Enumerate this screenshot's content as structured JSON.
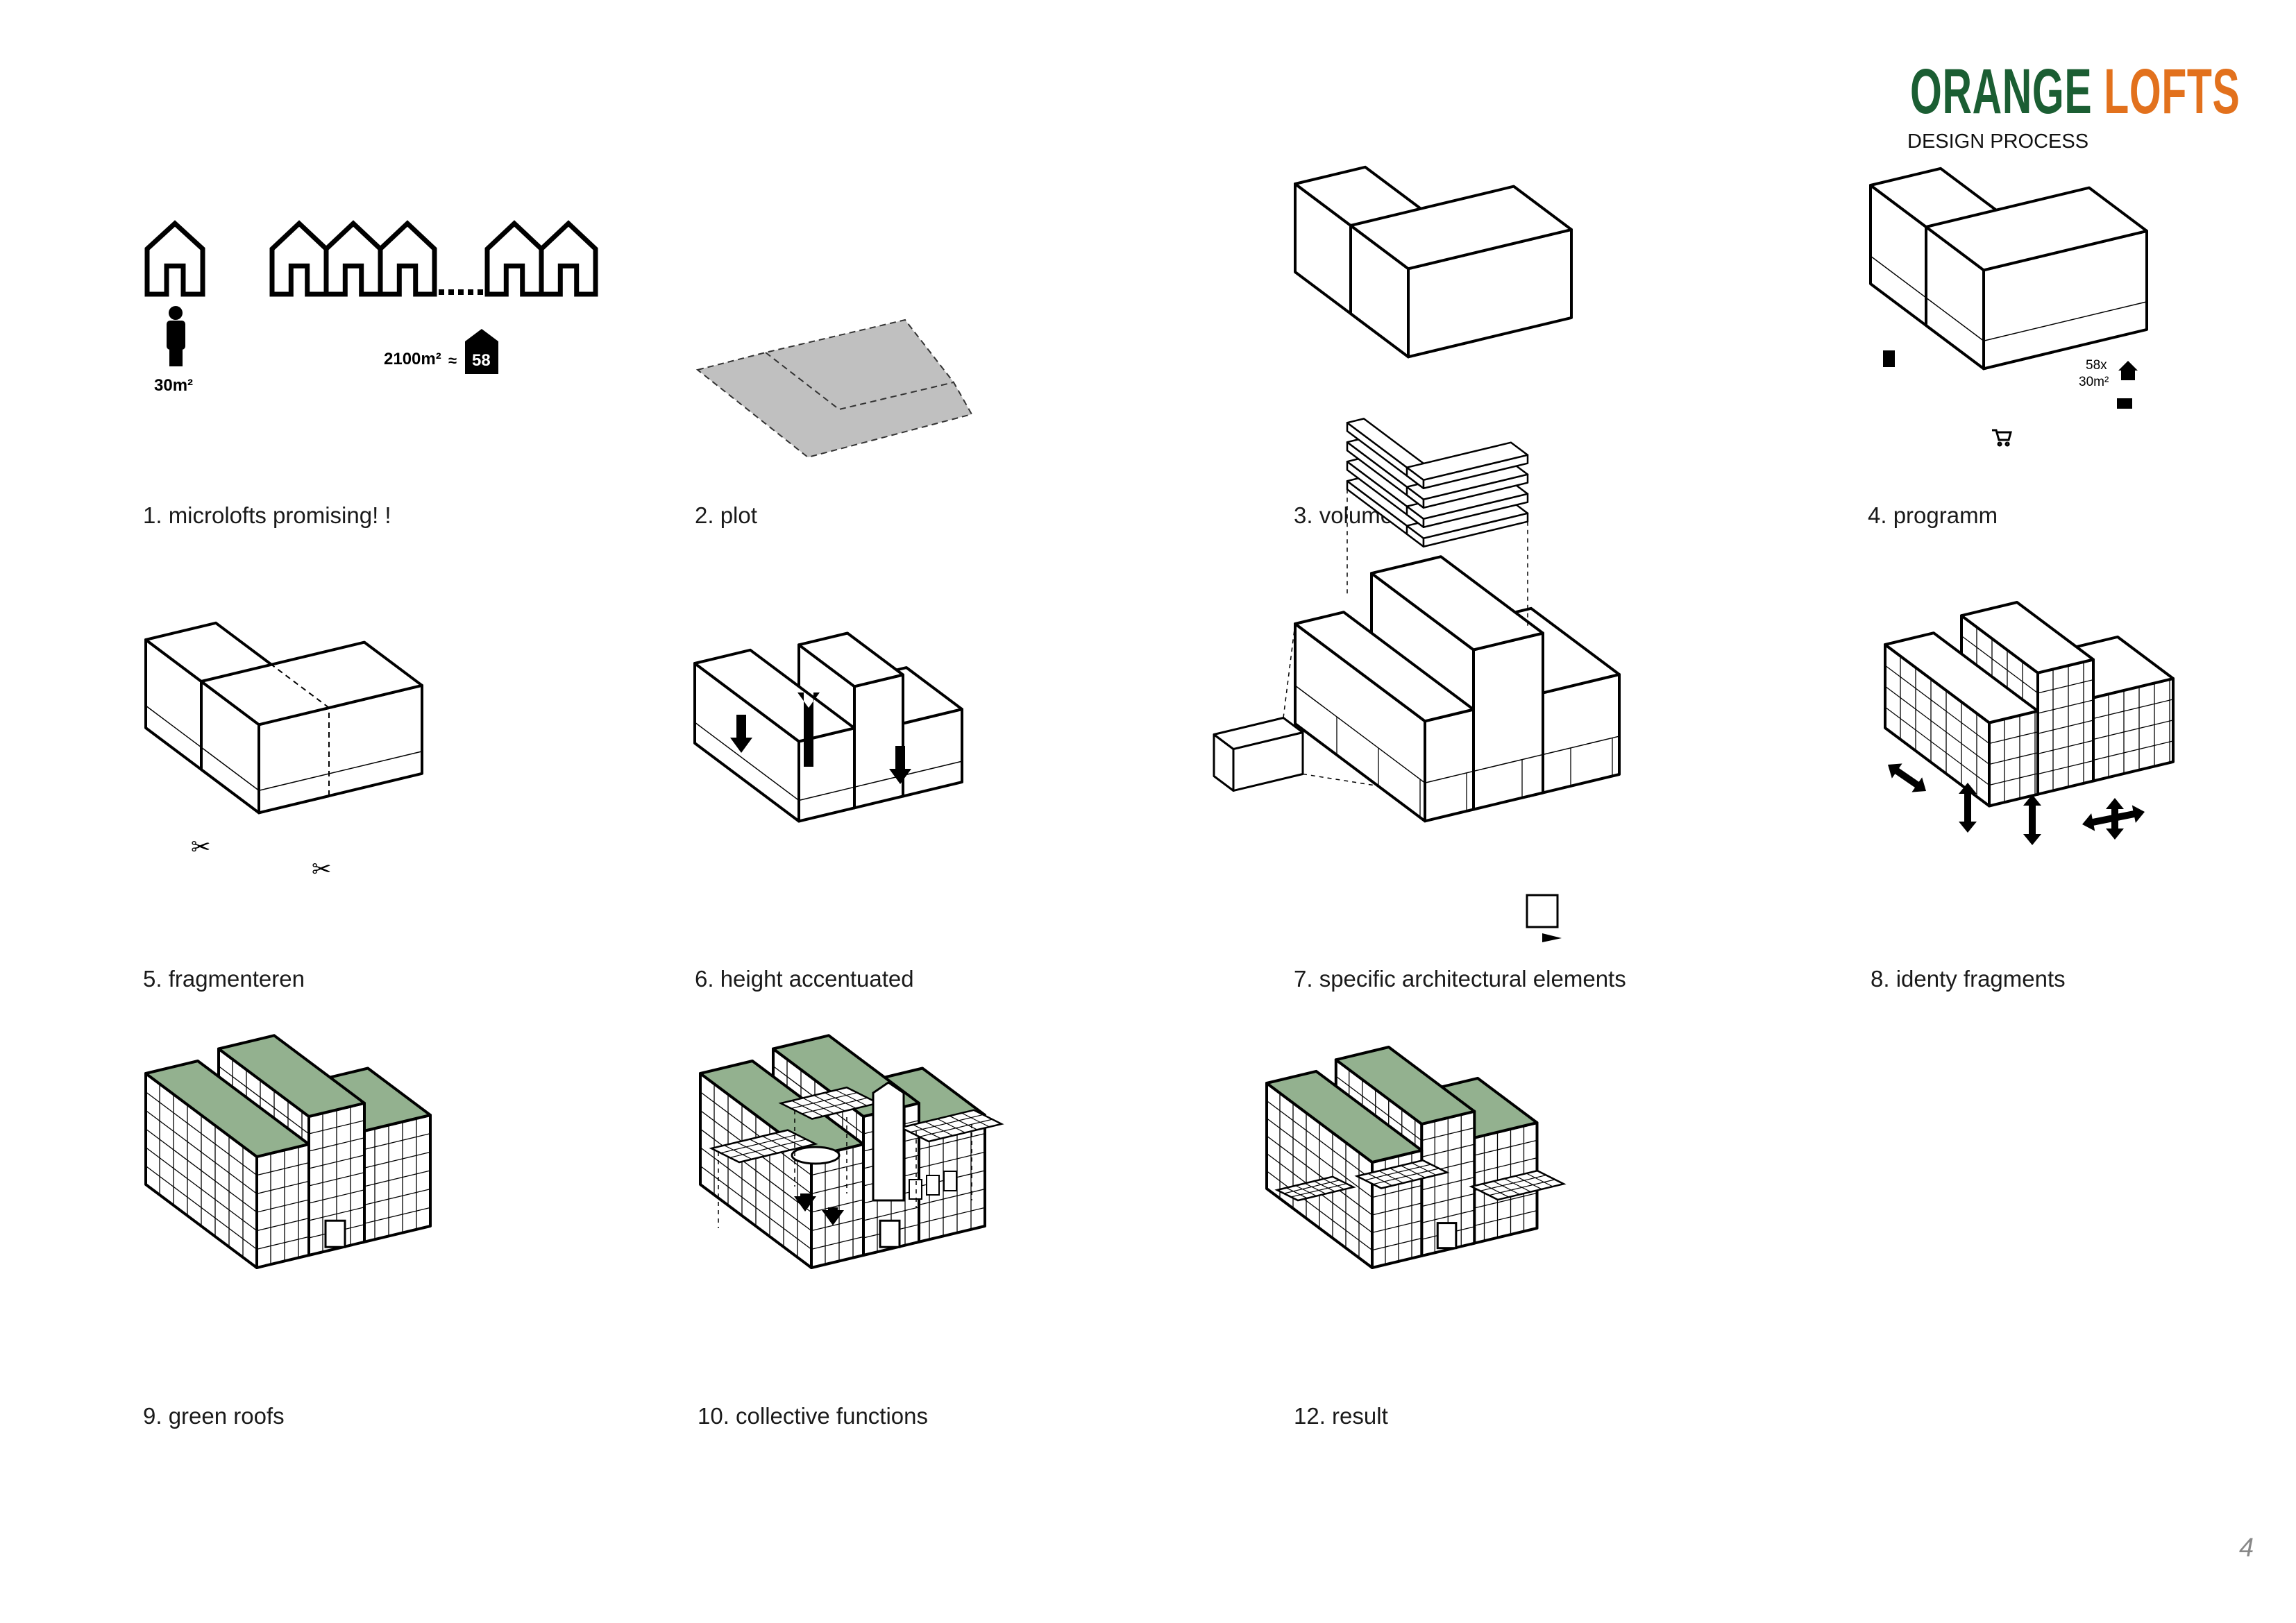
{
  "header": {
    "title_part1": "ORANGE",
    "title_part2": "LOFTS",
    "subtitle": "DESIGN PROCESS",
    "title_color_1": "#1b5e33",
    "title_color_2": "#e2711d"
  },
  "steps": [
    {
      "label": "1. microlofts promising! !"
    },
    {
      "label": "2. plot"
    },
    {
      "label": "3. volume"
    },
    {
      "label": "4. programm"
    },
    {
      "label": "5. fragmenteren"
    },
    {
      "label": "6. height accentuated"
    },
    {
      "label": "7. specific architectural elements"
    },
    {
      "label": "8. identy fragments"
    },
    {
      "label": "9. green roofs"
    },
    {
      "label": "10. collective functions"
    },
    {
      "label": "12. result"
    }
  ],
  "diagram1": {
    "unit_area": "30m²",
    "total_area": "2100m²",
    "approx": "≈",
    "units_count": "58"
  },
  "diagram4": {
    "units": "58x",
    "unit_area": "30m²",
    "icons": [
      "house-icon",
      "briefcase-icon",
      "shopping-cart-icon"
    ]
  },
  "colors": {
    "roof_green": "#93b18f",
    "plot_gray": "#c0c0c0"
  },
  "page_number": "4"
}
